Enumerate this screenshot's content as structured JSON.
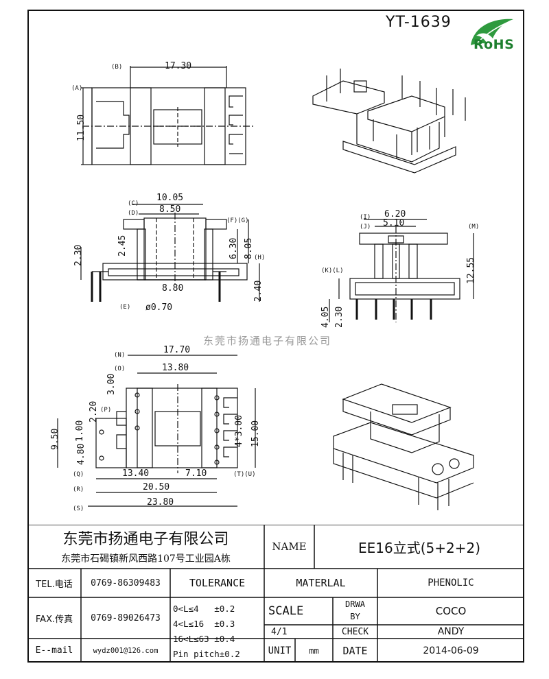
{
  "header": {
    "part_number": "YT-1639",
    "rohs_label": "RoHS"
  },
  "watermark": "东莞市扬通电子有限公司",
  "views": {
    "top_view": {
      "dims": {
        "B": "17.30",
        "A": "11.50"
      },
      "tags": [
        "(A)",
        "(B)"
      ]
    },
    "front_view": {
      "dims": {
        "C": "10.05",
        "D": "8.50",
        "left_h": "2.30",
        "pin_h": "2.45",
        "F": "6.30",
        "G": "8.05",
        "E": "8.80",
        "H": "2.40",
        "pin_dia": "ø0.70"
      },
      "tags": [
        "(C)",
        "(D)",
        "(F)(G)",
        "(H)",
        "(E)"
      ]
    },
    "side_view": {
      "dims": {
        "I": "6.20",
        "J": "5.10",
        "M": "12.55",
        "K": "4.05",
        "L": "2.30"
      },
      "tags": [
        "(I)",
        "(J)",
        "(M)",
        "(K)(L)"
      ]
    },
    "bottom_view": {
      "dims": {
        "N": "17.70",
        "O": "13.80",
        "O_h": "3.00",
        "P": "2.20",
        "P_w": "1.00",
        "Q_total": "9.50",
        "Q": "4.80",
        "pitch": "4*3.00",
        "span": "15.00",
        "R_left": "13.40",
        "R_right": "7.10",
        "R": "20.50",
        "S": "23.80"
      },
      "tags": [
        "(N)",
        "(O)",
        "(P)",
        "(Q)",
        "(R)",
        "(S)",
        "(T)(U)"
      ]
    }
  },
  "title_block": {
    "company_cn": "东莞市扬通电子有限公司",
    "address_cn": "东莞市石碣镇新风西路107号工业园A栋",
    "name_label": "NAME",
    "name_value": "EE16立式(5+2+2)",
    "tel_label": "TEL.电话",
    "tel_value": "0769-86309483",
    "fax_label": "FAX.传真",
    "fax_value": "0769-89026473",
    "email_label": "E--mail",
    "email_value": "wydz001@126.com",
    "tolerance_label": "TOLERANCE",
    "tolerance_lines": [
      "0<L≤4   ±0.2",
      "4<L≤16  ±0.3",
      "16<L≤63 ±0.4",
      "Pin pitch±0.2"
    ],
    "material_label": "MATERLAL",
    "material_value": "PHENOLIC",
    "scale_label": "SCALE",
    "scale_value": "4/1",
    "drawn_label_1": "DRWA",
    "drawn_label_2": "BY",
    "drawn_value": "COCO",
    "check_label": "CHECK",
    "check_value": "ANDY",
    "unit_label": "UNIT",
    "unit_value": "mm",
    "date_label": "DATE",
    "date_value": "2014-06-09"
  }
}
